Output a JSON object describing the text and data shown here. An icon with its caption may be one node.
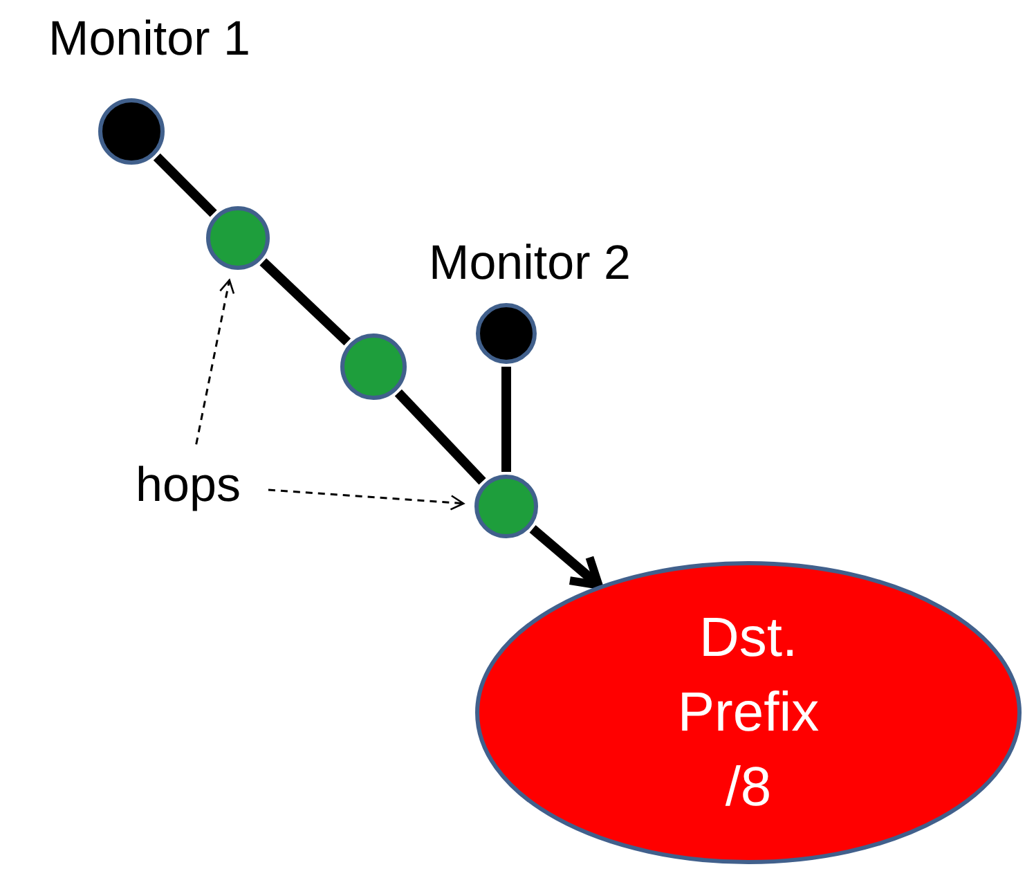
{
  "diagram": {
    "nodes": [
      {
        "text": [
          "Monitor 1"
        ]
      },
      {
        "text": [],
        "shape": "circle"
      },
      {
        "text": [],
        "shape": "circle"
      },
      {
        "text": [
          "Monitor 2"
        ]
      },
      {
        "text": [],
        "shape": "circle"
      },
      {
        "text": [
          "Dst. Prefix /8"
        ]
      },
      {
        "text": [
          "hops"
        ]
      }
    ],
    "edges": [
      {
        "from": 0,
        "to": 1,
        "arrow": "none"
      },
      {
        "from": 1,
        "to": 2,
        "arrow": "none"
      },
      {
        "from": 2,
        "to": 4,
        "arrow": "none"
      },
      {
        "from": 4,
        "to": 5,
        "arrow": "to"
      },
      {
        "from": 3,
        "to": 4,
        "arrow": "none"
      },
      {
        "from": 6,
        "to": 1,
        "arrow": "to",
        "style": "dashed"
      },
      {
        "from": 6,
        "to": 4,
        "arrow": "to",
        "style": "dashed"
      }
    ]
  }
}
